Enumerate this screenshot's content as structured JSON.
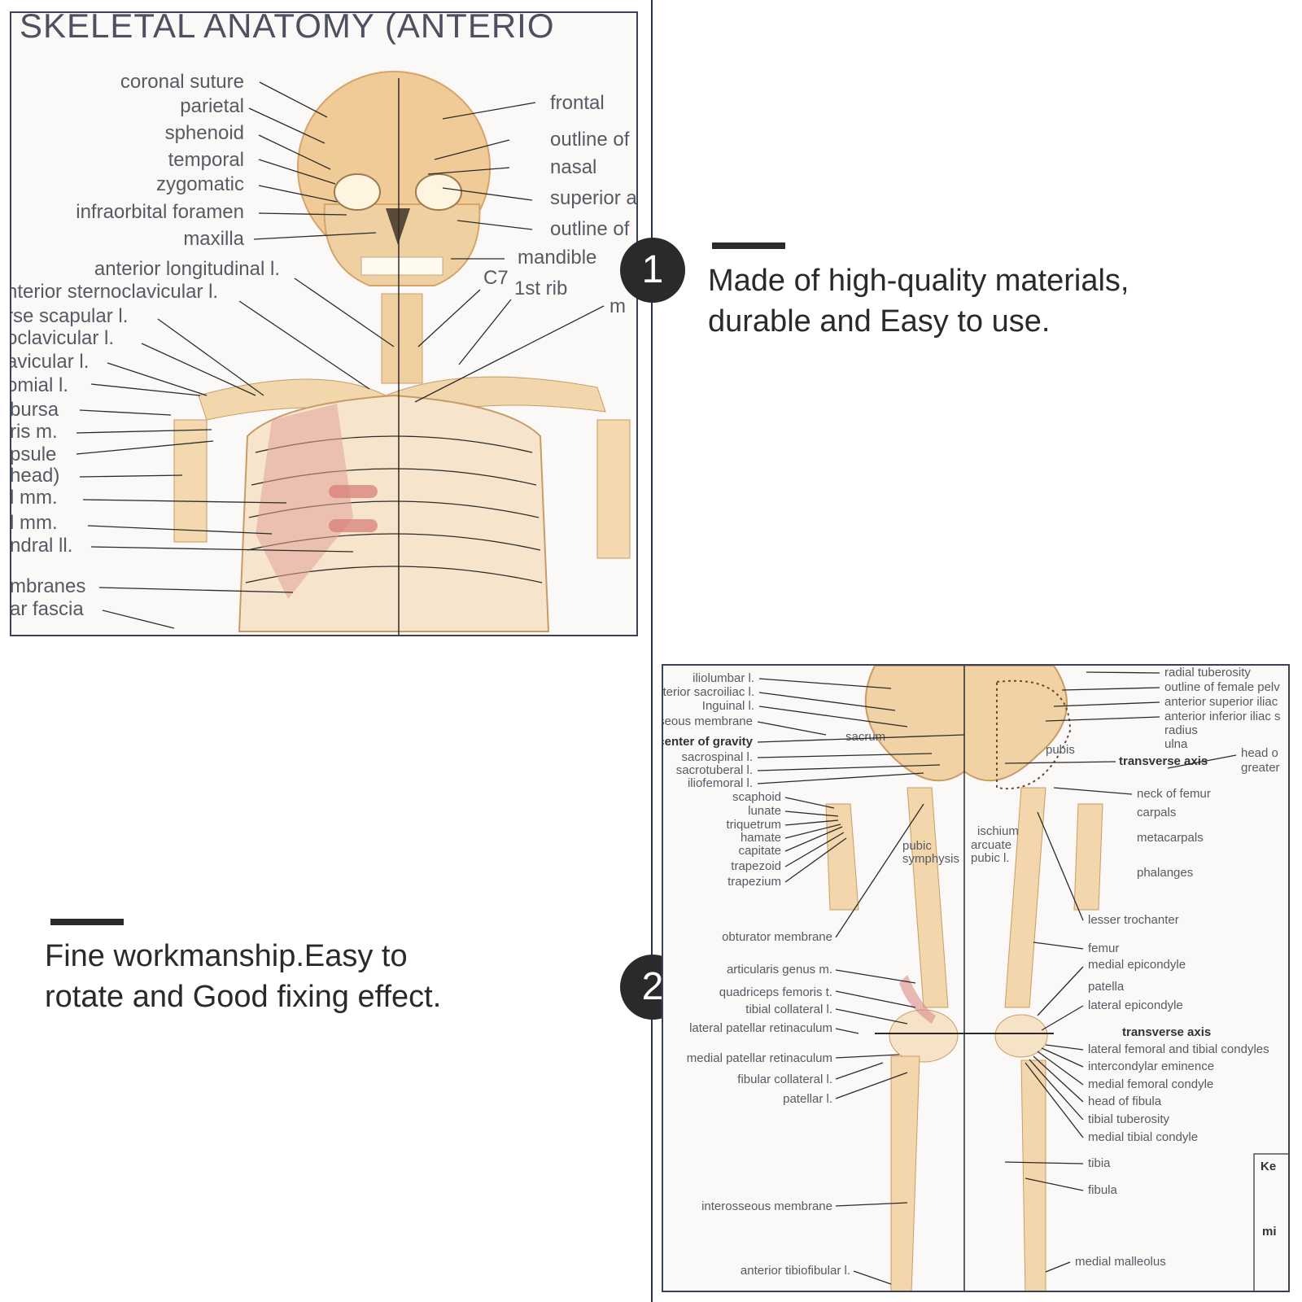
{
  "features": [
    {
      "number": "1",
      "line1": "Made of high-quality materials,",
      "line2": "durable and  Easy to use."
    },
    {
      "number": "2",
      "line1": " Fine workmanship.Easy to",
      "line2": "rotate and Good fixing effect."
    }
  ],
  "poster_top": {
    "title": "SKELETAL ANATOMY (ANTERIO",
    "left_labels": [
      "coronal suture",
      "parietal",
      "sphenoid",
      "temporal",
      "zygomatic",
      "infraorbital foramen",
      "maxilla",
      "anterior longitudinal l.",
      "nterior sternoclavicular l.",
      "rse scapular l.",
      "oclavicular l.",
      "avicular l.",
      "omial l.",
      "bursa",
      "ris m.",
      "psule",
      "head)",
      "l mm.",
      "l mm.",
      "ndral ll.",
      "mbranes",
      "ar fascia"
    ],
    "right_labels": [
      "frontal",
      "outline of",
      "nasal",
      "superior a",
      "outline of",
      "mandible",
      "C7",
      "1st rib",
      "m"
    ]
  },
  "poster_bottom": {
    "left_labels": [
      "iliolumbar l.",
      "terior sacroiliac l.",
      "Inguinal l.",
      "seous membrane",
      "center of gravity",
      "sacrospinal l.",
      "sacrotuberal l.",
      "iliofemoral l.",
      "scaphoid",
      "lunate",
      "triquetrum",
      "hamate",
      "capitate",
      "trapezoid",
      "trapezium",
      "obturator membrane",
      "articularis genus m.",
      "quadriceps femoris t.",
      "tibial collateral l.",
      "lateral patellar retinaculum",
      "medial patellar retinaculum",
      "fibular collateral l.",
      "patellar l.",
      "interosseous membrane",
      "anterior tibiofibular l."
    ],
    "center_labels": [
      "sacrum",
      "pubis",
      "pubic",
      "symphysis",
      "ischium",
      "arcuate",
      "pubic l."
    ],
    "right_labels": [
      "radial tuberosity",
      "outline of female pelv",
      "anterior superior iliac",
      "anterior inferior iliac s",
      "radius",
      "ulna",
      "transverse axis",
      "head o",
      "greater",
      "neck of femur",
      "carpals",
      "metacarpals",
      "phalanges",
      "lesser trochanter",
      "femur",
      "medial epicondyle",
      "patella",
      "lateral epicondyle",
      "transverse axis",
      "lateral femoral and tibial condyles",
      "intercondylar eminence",
      "medial femoral condyle",
      "head of fibula",
      "tibial tuberosity",
      "medial tibial condyle",
      "tibia",
      "fibula",
      "medial malleolus",
      "Ke",
      "mi"
    ]
  },
  "colors": {
    "badge": "#2a2a2a",
    "panel_border": "#3b4256",
    "bone": "#f0cfa0",
    "muscle": "#d98a86"
  }
}
